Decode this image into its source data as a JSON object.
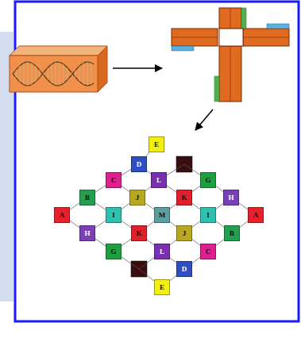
{
  "diagram": {
    "nodes": [
      {
        "text": [
          "E"
        ]
      },
      {
        "text": [
          "D"
        ]
      },
      {
        "text": [
          "C"
        ]
      },
      {
        "text": [
          "L"
        ]
      },
      {
        "text": [
          "G"
        ]
      },
      {
        "text": [
          "B"
        ]
      },
      {
        "text": [
          "J"
        ]
      },
      {
        "text": [
          "K"
        ]
      },
      {
        "text": [
          "H"
        ]
      },
      {
        "text": [
          "A"
        ]
      },
      {
        "text": [
          "I"
        ]
      },
      {
        "text": [
          "M"
        ]
      },
      {
        "text": [
          "I"
        ]
      },
      {
        "text": [
          "A"
        ]
      },
      {
        "text": [
          "H"
        ]
      },
      {
        "text": [
          "K"
        ]
      },
      {
        "text": [
          "J"
        ]
      },
      {
        "text": [
          "B"
        ]
      },
      {
        "text": [
          "G"
        ]
      },
      {
        "text": [
          "L"
        ]
      },
      {
        "text": [
          "C"
        ]
      },
      {
        "text": [
          "D"
        ]
      },
      {
        "text": [
          "E"
        ]
      }
    ]
  }
}
